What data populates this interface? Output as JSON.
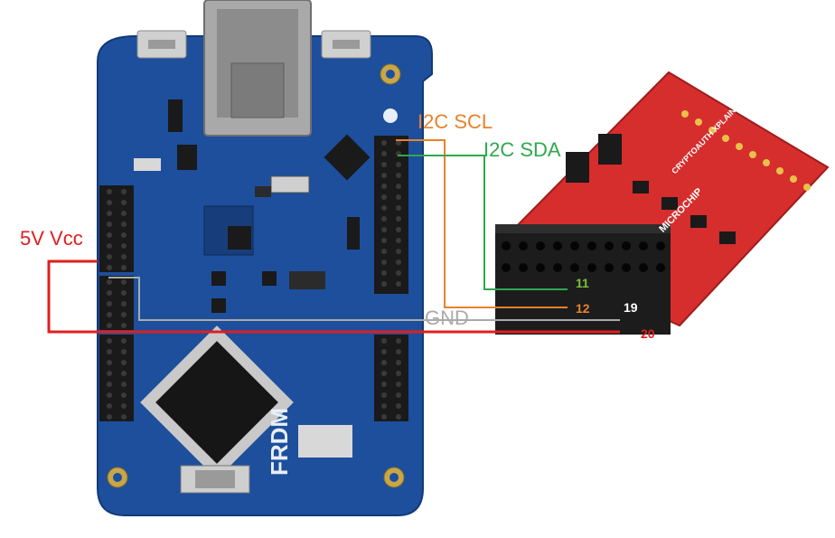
{
  "labels": {
    "i2c_scl": "I2C SCL",
    "i2c_sda": "I2C SDA",
    "vcc": "5V Vcc",
    "gnd": "GND",
    "pin_sda": "11",
    "pin_scl": "12",
    "pin_gnd": "19",
    "pin_vcc": "20"
  },
  "board": {
    "brand": "FRDM"
  },
  "module": {
    "brand": "MICROCHIP",
    "product": "CRYPTOAUTH XPLAINED"
  },
  "colors": {
    "scl": "#e8822c",
    "sda": "#2ea84f",
    "vcc": "#e01f1f",
    "gnd": "#aaaaaa",
    "pin11": "#7cbf3c",
    "pin12": "#e8822c",
    "pin19": "#ffffff",
    "pin20": "#e01f1f",
    "board": "#1d4f9c",
    "module": "#d62d2d"
  }
}
